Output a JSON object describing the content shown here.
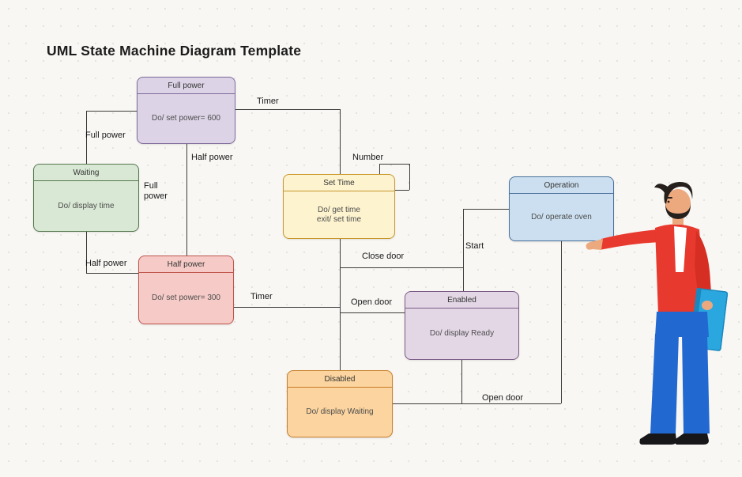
{
  "page": {
    "title": "UML State Machine Diagram Template"
  },
  "colors": {
    "background": "#f8f7f4",
    "connector_line": "#3c3c3c",
    "label_text": "#191919"
  },
  "nodes": [
    {
      "id": "full-power",
      "title": "Full power",
      "body": [
        "Do/ set power= 600"
      ],
      "fill": "#dcd3e6",
      "border": "#7e6a9a"
    },
    {
      "id": "waiting",
      "title": "Waiting",
      "body": [
        "Do/ display time"
      ],
      "fill": "#d9e8d4",
      "border": "#55784f"
    },
    {
      "id": "set-time",
      "title": "Set Time",
      "body": [
        "Do/ get time",
        "exit/ set time"
      ],
      "fill": "#fdf3cf",
      "border": "#c8972b"
    },
    {
      "id": "half-power",
      "title": "Half power",
      "body": [
        "Do/ set power= 300"
      ],
      "fill": "#f6cbc7",
      "border": "#c0564e"
    },
    {
      "id": "operation",
      "title": "Operation",
      "body": [
        "Do/ operate oven"
      ],
      "fill": "#ccdff0",
      "border": "#48719c"
    },
    {
      "id": "enabled",
      "title": "Enabled",
      "body": [
        "Do/ display Ready"
      ],
      "fill": "#e3d7e6",
      "border": "#7a5c86"
    },
    {
      "id": "disabled",
      "title": "Disabled",
      "body": [
        "Do/ display Waiting"
      ],
      "fill": "#fbd49f",
      "border": "#c77f2a"
    }
  ],
  "edge_labels": [
    {
      "id": "timer-top",
      "text": "Timer"
    },
    {
      "id": "full-power-left",
      "text": "Full power"
    },
    {
      "id": "half-power-mid",
      "text": "Half power"
    },
    {
      "id": "full-power-mid",
      "text": "Full power"
    },
    {
      "id": "number",
      "text": "Number"
    },
    {
      "id": "half-power-left",
      "text": "Half power"
    },
    {
      "id": "timer-mid",
      "text": "Timer"
    },
    {
      "id": "close-door",
      "text": "Close door"
    },
    {
      "id": "open-door-upper",
      "text": "Open door"
    },
    {
      "id": "start",
      "text": "Start"
    },
    {
      "id": "open-door-lower",
      "text": "Open door"
    }
  ],
  "illustration": {
    "name": "person-pointing-with-folder",
    "colors": {
      "jacket": "#e8392e",
      "jacket_shade": "#d62e23",
      "pants": "#2268d1",
      "folder": "#2ba7e0",
      "folder_edge": "#1b86bb",
      "skin": "#eda97e",
      "hair": "#26201d",
      "shoes": "#17171a"
    }
  }
}
